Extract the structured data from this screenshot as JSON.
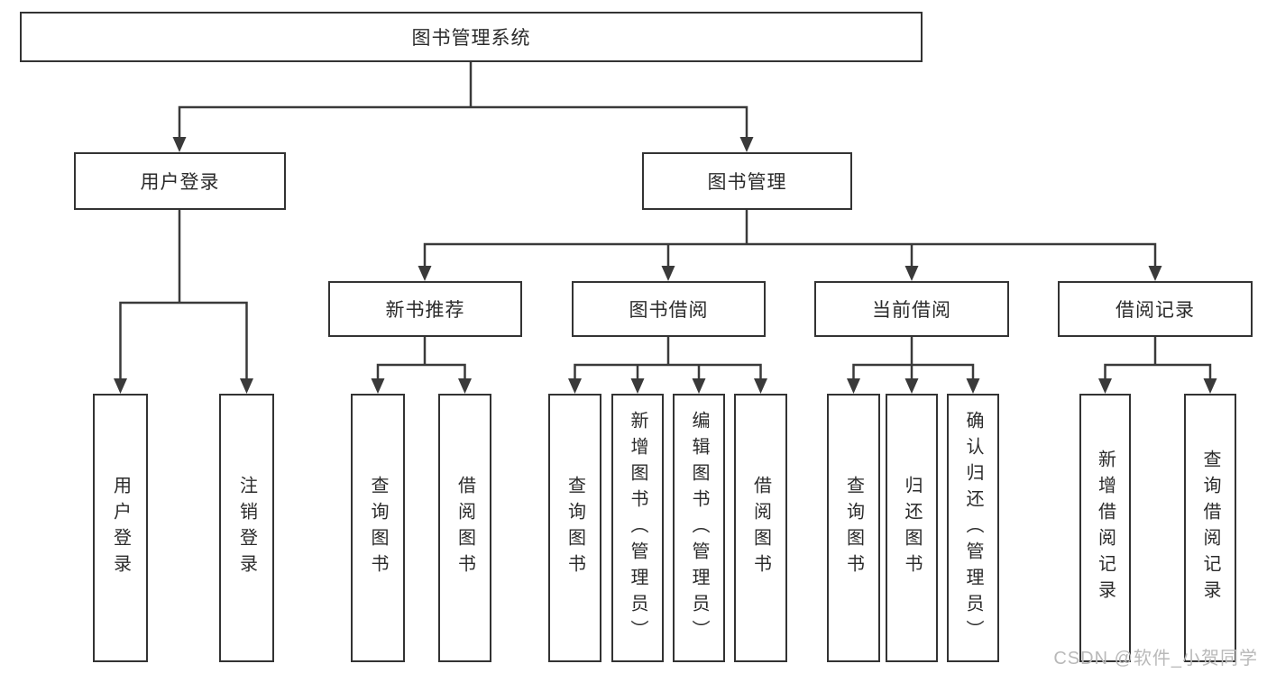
{
  "diagram": {
    "type": "hierarchy-tree",
    "title": "图书管理系统",
    "level1": [
      {
        "label": "用户登录",
        "children": [
          "用户登录",
          "注销登录"
        ]
      },
      {
        "label": "图书管理",
        "children": [
          {
            "label": "新书推荐",
            "children": [
              "查询图书",
              "借阅图书"
            ]
          },
          {
            "label": "图书借阅",
            "children": [
              "查询图书",
              "新增图书（管理员）",
              "编辑图书（管理员）",
              "借阅图书"
            ]
          },
          {
            "label": "当前借阅",
            "children": [
              "查询图书",
              "归还图书",
              "确认归还（管理员）"
            ]
          },
          {
            "label": "借阅记录",
            "children": [
              "新增借阅记录",
              "查询借阅记录"
            ]
          }
        ]
      }
    ]
  },
  "watermark": {
    "text": "CSDN @软件_小贺同学"
  },
  "colors": {
    "line": "#3a3a3a",
    "box_border": "#333333",
    "box_fill": "#ffffff",
    "text": "#2b2b2b",
    "watermark": "#b9b9b9",
    "background": "#ffffff"
  }
}
